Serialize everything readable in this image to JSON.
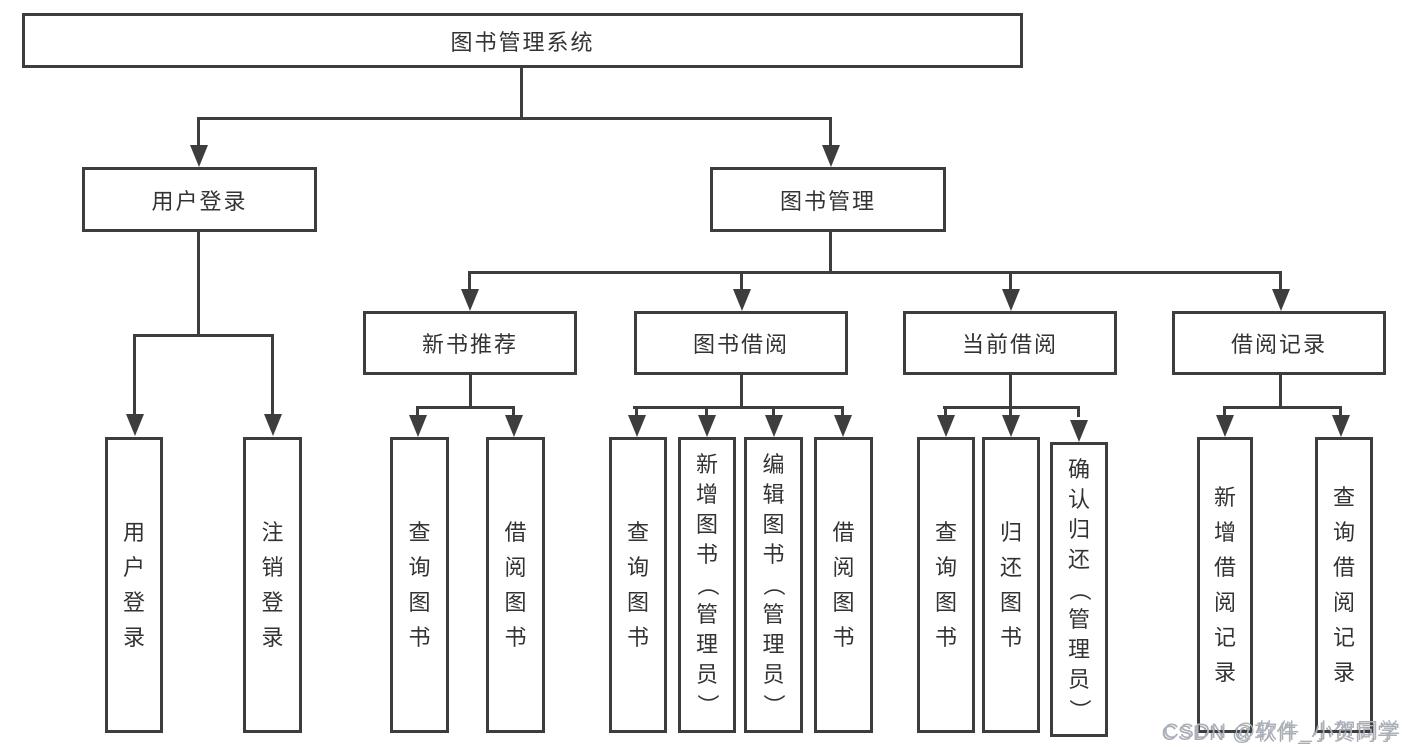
{
  "diagram": {
    "root": {
      "label": "图书管理系统"
    },
    "level2": [
      {
        "label": "用户登录"
      },
      {
        "label": "图书管理"
      }
    ],
    "level3": [
      {
        "label": "新书推荐"
      },
      {
        "label": "图书借阅"
      },
      {
        "label": "当前借阅"
      },
      {
        "label": "借阅记录"
      }
    ],
    "leaves": {
      "user_login": [
        {
          "label": "用户登录"
        },
        {
          "label": "注销登录"
        }
      ],
      "new_books": [
        {
          "label": "查询图书"
        },
        {
          "label": "借阅图书"
        }
      ],
      "book_borrow": [
        {
          "label": "查询图书"
        },
        {
          "label": "新增图书（管理员）"
        },
        {
          "label": "编辑图书（管理员）"
        },
        {
          "label": "借阅图书"
        }
      ],
      "current_borrow": [
        {
          "label": "查询图书"
        },
        {
          "label": "归还图书"
        },
        {
          "label": "确认归还（管理员）"
        }
      ],
      "borrow_records": [
        {
          "label": "新增借阅记录"
        },
        {
          "label": "查询借阅记录"
        }
      ]
    }
  },
  "watermark": {
    "text": "CSDN @软件_小贺同学"
  },
  "colors": {
    "line": "#3d3d3d",
    "text": "#333333",
    "watermark": "#a9b2bf",
    "background": "#ffffff"
  }
}
